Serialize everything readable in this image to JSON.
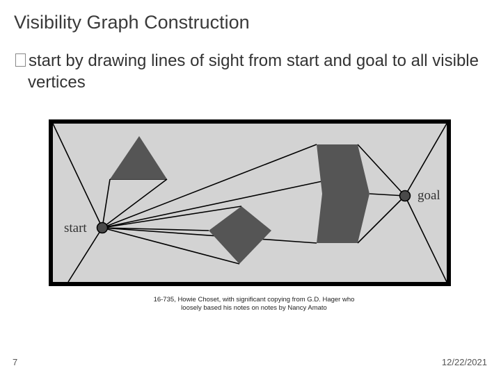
{
  "slide": {
    "title": "Visibility Graph Construction",
    "bullet": "start by drawing lines of sight from start and goal to all visible vertices",
    "number": "7",
    "date": "12/22/2021"
  },
  "figure": {
    "start_label": "start",
    "goal_label": "goal",
    "caption_line1": "16-735, Howie Choset, with significant copying from  G.D. Hager who",
    "caption_line2": "loosely based his notes on notes by Nancy Amato",
    "colors": {
      "background": "#d3d3d3",
      "border": "#000000",
      "obstacle": "#555555",
      "node": "#4a4a4a"
    }
  }
}
